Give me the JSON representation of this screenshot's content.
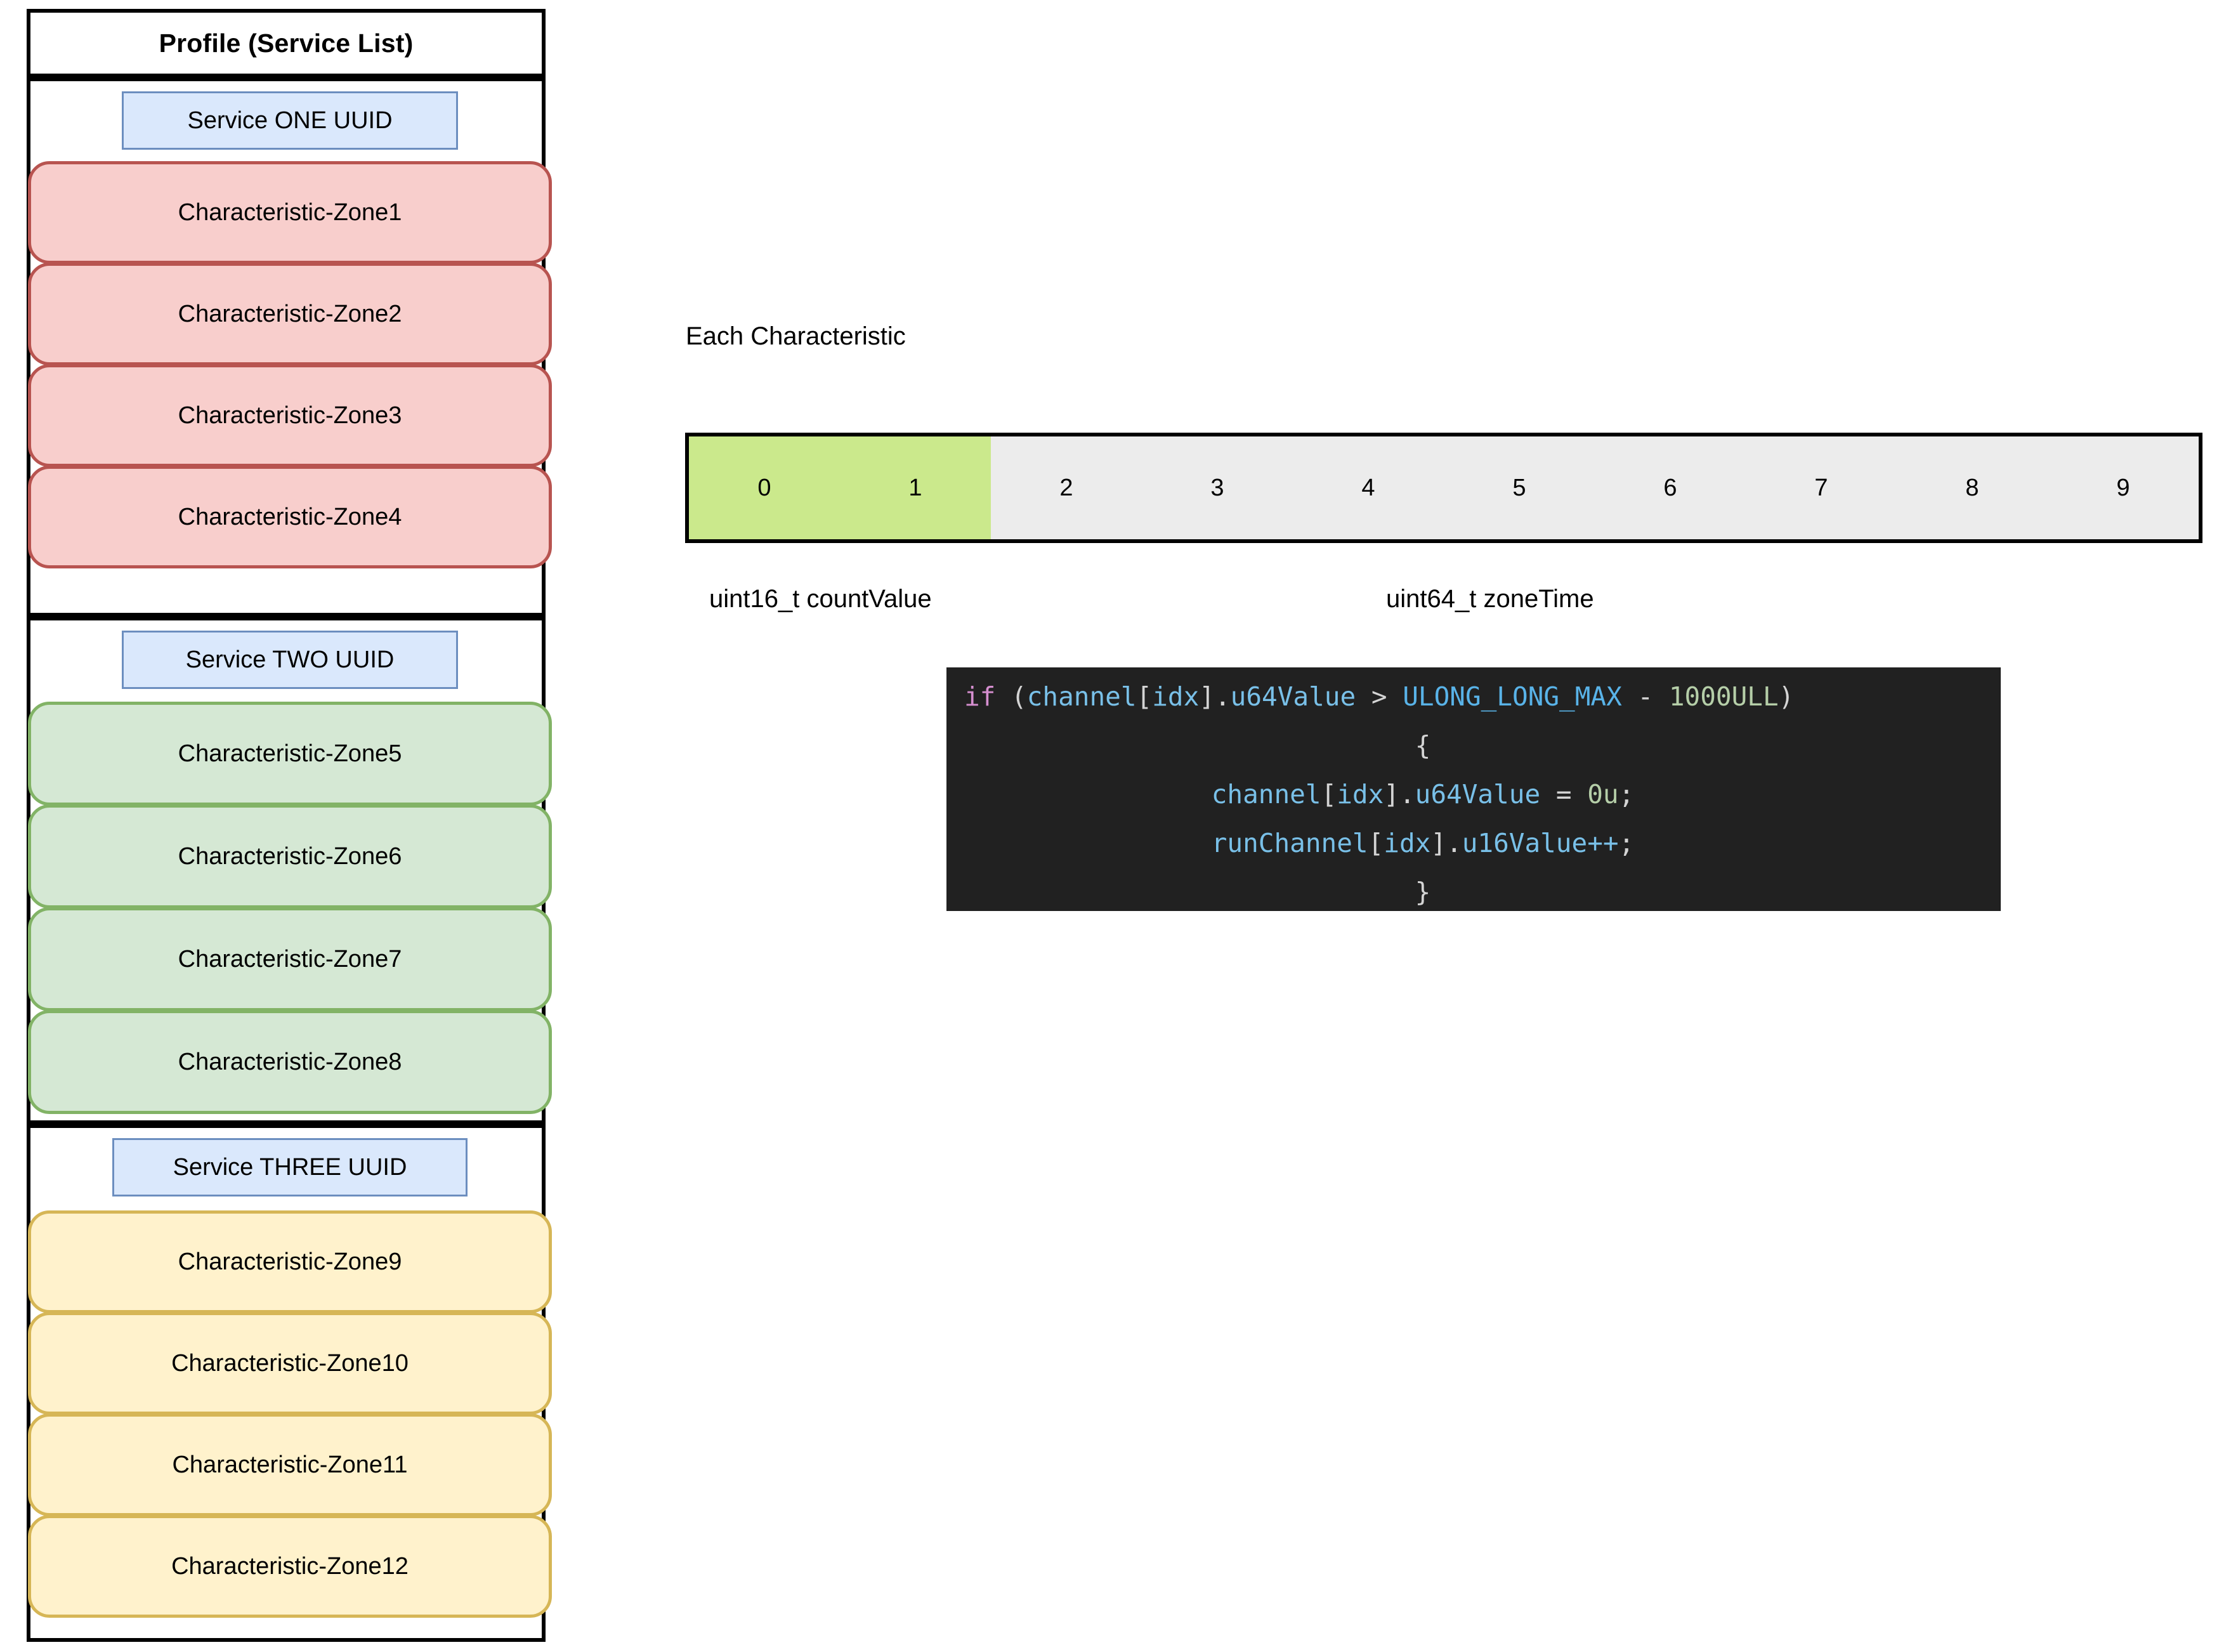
{
  "profile": {
    "title": "Profile (Service List)",
    "groups": [
      {
        "service_label": "Service ONE UUID",
        "color": "#f8cecc",
        "border_color": "#b85450",
        "characteristics": [
          "Characteristic-Zone1",
          "Characteristic-Zone2",
          "Characteristic-Zone3",
          "Characteristic-Zone4"
        ]
      },
      {
        "service_label": "Service TWO UUID",
        "color": "#d5e8d4",
        "border_color": "#82b366",
        "characteristics": [
          "Characteristic-Zone5",
          "Characteristic-Zone6",
          "Characteristic-Zone7",
          "Characteristic-Zone8"
        ]
      },
      {
        "service_label": "Service THREE UUID",
        "color": "#fff2cc",
        "border_color": "#d6b656",
        "characteristics": [
          "Characteristic-Zone9",
          "Characteristic-Zone10",
          "Characteristic-Zone11",
          "Characteristic-Zone12"
        ]
      }
    ],
    "service_pill_color": "#dae8fc",
    "service_pill_border": "#6c8ebf"
  },
  "layout_diagram": {
    "heading": "Each Characteristic",
    "byte_indices": [
      "0",
      "1",
      "2",
      "3",
      "4",
      "5",
      "6",
      "7",
      "8",
      "9"
    ],
    "highlight_count": 2,
    "highlight_color": "#cbe98c",
    "rest_color": "#ececec",
    "field_left_label": "uint16_t countValue",
    "field_right_label": "uint64_t  zoneTime"
  },
  "code_snippet": {
    "background": "#212121",
    "lines": [
      {
        "tokens": [
          {
            "t": "if",
            "c": "kw"
          },
          {
            "t": " (",
            "c": "punc"
          },
          {
            "t": "channel",
            "c": "id"
          },
          {
            "t": "[",
            "c": "punc"
          },
          {
            "t": "idx",
            "c": "id"
          },
          {
            "t": "]",
            "c": "punc"
          },
          {
            "t": ".",
            "c": "punc"
          },
          {
            "t": "u64Value",
            "c": "id"
          },
          {
            "t": " > ",
            "c": "punc"
          },
          {
            "t": "ULONG_LONG_MAX",
            "c": "const"
          },
          {
            "t": " - ",
            "c": "punc"
          },
          {
            "t": "1000ULL",
            "c": "num"
          },
          {
            "t": ")",
            "c": "punc"
          }
        ]
      },
      {
        "tokens": [
          {
            "t": "{",
            "c": "punc"
          }
        ]
      },
      {
        "tokens": [
          {
            "t": "channel",
            "c": "id"
          },
          {
            "t": "[",
            "c": "punc"
          },
          {
            "t": "idx",
            "c": "id"
          },
          {
            "t": "]",
            "c": "punc"
          },
          {
            "t": ".",
            "c": "punc"
          },
          {
            "t": "u64Value",
            "c": "id"
          },
          {
            "t": " = ",
            "c": "punc"
          },
          {
            "t": "0u",
            "c": "num"
          },
          {
            "t": ";",
            "c": "punc"
          }
        ]
      },
      {
        "tokens": [
          {
            "t": "runChannel",
            "c": "id"
          },
          {
            "t": "[",
            "c": "punc"
          },
          {
            "t": "idx",
            "c": "id"
          },
          {
            "t": "]",
            "c": "punc"
          },
          {
            "t": ".",
            "c": "punc"
          },
          {
            "t": "u16Value",
            "c": "id"
          },
          {
            "t": "++",
            "c": "id"
          },
          {
            "t": ";",
            "c": "punc"
          }
        ]
      },
      {
        "tokens": [
          {
            "t": "}",
            "c": "punc"
          }
        ]
      }
    ]
  }
}
